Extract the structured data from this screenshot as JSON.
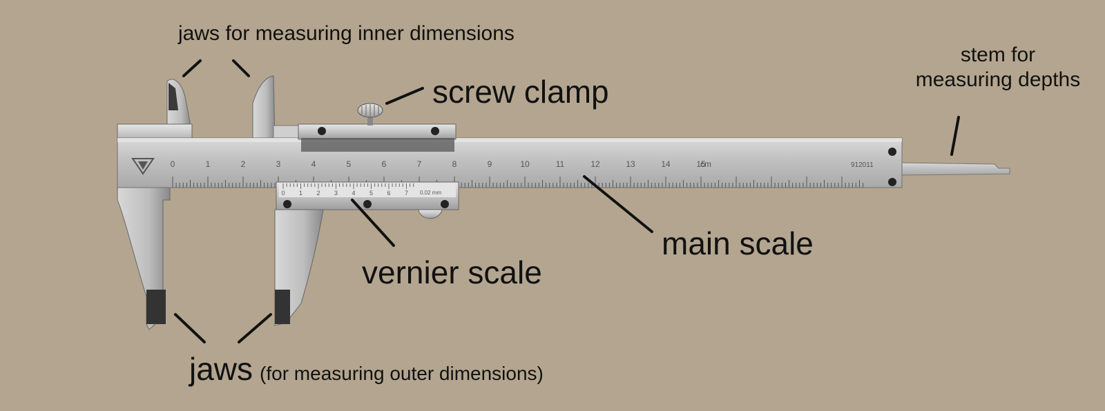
{
  "labels": {
    "inner_jaws": "jaws for measuring inner dimensions",
    "screw_clamp": "screw clamp",
    "stem_line1": "stem for",
    "stem_line2": "measuring depths",
    "main_scale": "main scale",
    "vernier_scale": "vernier scale",
    "outer_jaws": "jaws",
    "outer_jaws_note": "(for measuring outer dimensions)"
  },
  "main_scale": {
    "numbers": [
      "0",
      "1",
      "2",
      "3",
      "4",
      "5",
      "6",
      "7",
      "8",
      "9",
      "10",
      "11",
      "12",
      "13",
      "14",
      "15"
    ],
    "unit": "cm",
    "stamp": "912011"
  },
  "vernier": {
    "numbers": [
      "0",
      "1",
      "2",
      "3",
      "4",
      "5",
      "6",
      "7"
    ],
    "stamp": "0.02 mm"
  },
  "colors": {
    "background": "#b3a58f",
    "steel": "#c9c9c9",
    "steel_dark": "#8f8f8f",
    "text": "#111111"
  }
}
